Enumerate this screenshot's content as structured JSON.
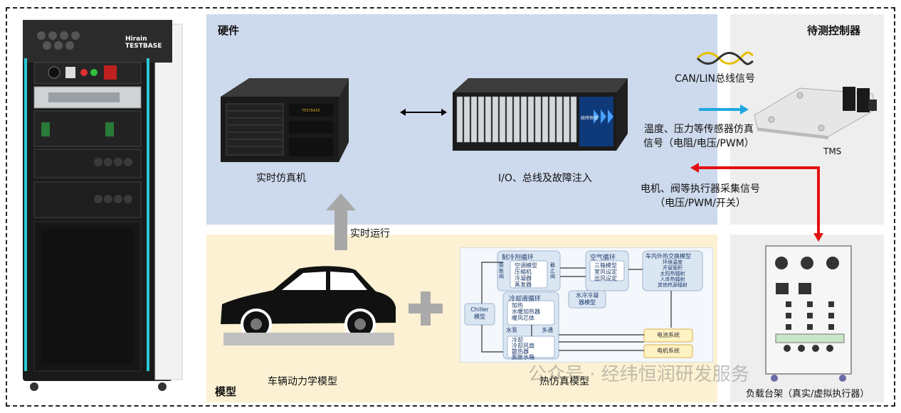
{
  "sections": {
    "hardware": "硬件",
    "model": "模型",
    "ecu": "待测控制器",
    "load": "负载台架（真实/虚拟执行器）"
  },
  "hardware": {
    "simulator_label": "实时仿真机",
    "io_label": "I/O、总线及故障注入",
    "simulator_brand": "TESTBASE",
    "io_brand": "经纬恒润"
  },
  "cabinet": {
    "logo_line1": "Hirain",
    "logo_line2": "TESTBASE"
  },
  "links": {
    "realtime_run": "实时运行",
    "can_lin": "CAN/LIN总线信号",
    "sensor_line1": "温度、压力等传感器仿真",
    "sensor_line2": "信号（电阻/电压/PWM）",
    "actuator_line1": "电机、阀等执行器采集信号",
    "actuator_line2": "（电压/PWM/开关）"
  },
  "ecu": {
    "device_label": "TMS"
  },
  "models": {
    "vehicle_label": "车辆动力学模型",
    "thermal_label": "热仿真模型"
  },
  "thermal": {
    "refrigerant_loop": "制冷剂循环",
    "expansion_valve": "膨胀阀",
    "cutoff_valve": "截止阀",
    "ac_model": "空调模型",
    "ac_items": [
      "压缩机",
      "冷凝器",
      "蒸发器"
    ],
    "air_loop": "空气循环",
    "air_box": "三箱模型",
    "air_items": [
      "室风设定",
      "出风设定"
    ],
    "cabin_model": "车内外热交换模型",
    "cabin_items": [
      "环境温度",
      "开窗面积",
      "太阳热辐射",
      "人体热辐射",
      "其他热源辐射"
    ],
    "coolant_loop": "冷却液循环",
    "heating": "加热",
    "heating_items": [
      "水暖加热器",
      "暖风芯体"
    ],
    "water_pump": "水泵",
    "three_way": "多通",
    "cooling": "冷却",
    "cooling_items": [
      "冷却风扇",
      "散热器",
      "膨胀水箱"
    ],
    "water_condenser_1": "水冷冷凝",
    "water_condenser_2": "器模型",
    "chiller_1": "Chiller",
    "chiller_2": "模型",
    "battery_system": "电池系统",
    "motor_system": "电机系统"
  },
  "watermark": "公众号 · 经纬恒润研发服务",
  "colors": {
    "hardware_bg": "#cdd9ec",
    "model_bg": "#fcf1d2",
    "side_bg": "#eeeeee",
    "blue_arrow": "#1ea7e1",
    "red_arrow": "#e31010",
    "cabinet_accent": "#28c8d8"
  }
}
